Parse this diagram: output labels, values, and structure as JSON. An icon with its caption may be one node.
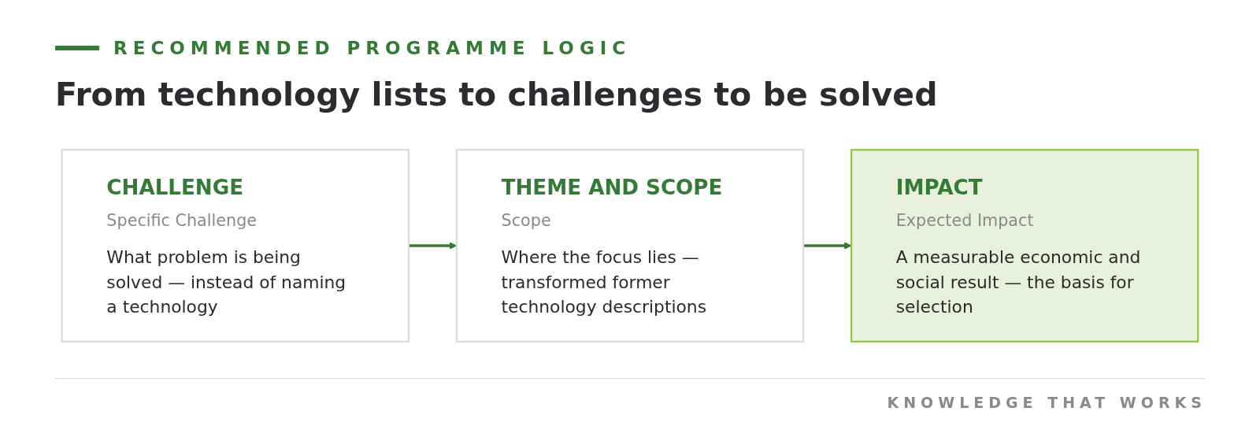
{
  "diagram": {
    "title": "From technology lists to challenges to be solved",
    "nodes": [
      {
        "text": [
          "CHALLENGE",
          "Specific Challenge",
          "What problem is being solved — instead of naming a technology"
        ]
      },
      {
        "text": [
          "THEME AND SCOPE",
          "Scope",
          "Where the focus lies — transformed former technology descriptions"
        ]
      },
      {
        "text": [
          "IMPACT",
          "Expected Impact",
          "A measurable economic and social result — the basis for selection"
        ]
      }
    ],
    "edges": [
      {
        "from": 0,
        "to": 1,
        "arrow": "to"
      },
      {
        "from": 1,
        "to": 2,
        "arrow": "to"
      }
    ],
    "labels": [
      "RECOMMENDED PROGRAMME LOGIC",
      "KNOWLEDGE THAT WORKS"
    ]
  }
}
